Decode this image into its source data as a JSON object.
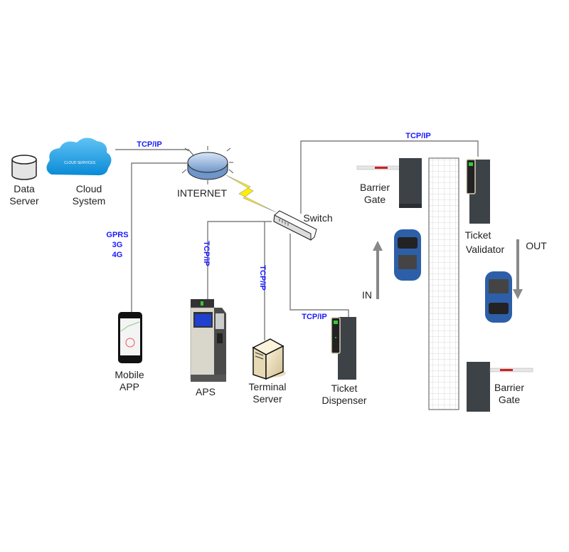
{
  "nodes": {
    "data_server": {
      "line1": "Data",
      "line2": "Server"
    },
    "cloud_system": {
      "line1": "Cloud",
      "line2": "System",
      "logo_text": "CLOUD SERVICES"
    },
    "internet": {
      "label": "INTERNET"
    },
    "switch": {
      "label": "Switch"
    },
    "mobile_app": {
      "line1": "Mobile",
      "line2": "APP"
    },
    "aps": {
      "label": "APS"
    },
    "terminal_server": {
      "line1": "Terminal",
      "line2": "Server"
    },
    "ticket_dispenser": {
      "line1": "Ticket",
      "line2": "Dispenser"
    },
    "barrier_gate_entry": {
      "line1": "Barrier",
      "line2": "Gate"
    },
    "ticket_validator": {
      "line1": "Ticket",
      "line2": "Validator"
    },
    "barrier_gate_exit": {
      "line1": "Barrier",
      "line2": "Gate"
    }
  },
  "connections": {
    "cloud_internet": "TCP/IP",
    "mobile": {
      "line1": "GPRS",
      "line2": "3G",
      "line3": "4G"
    },
    "aps": "TCP/IP",
    "terminal": "TCP/IP",
    "dispenser": "TCP/IP",
    "validator": "TCP/IP"
  },
  "directions": {
    "in": "IN",
    "out": "OUT"
  },
  "colors": {
    "protocol_label": "#1a1aff",
    "lightning": "#ffee00",
    "car": "#2d5fa8",
    "kiosk": "#3d4247"
  }
}
